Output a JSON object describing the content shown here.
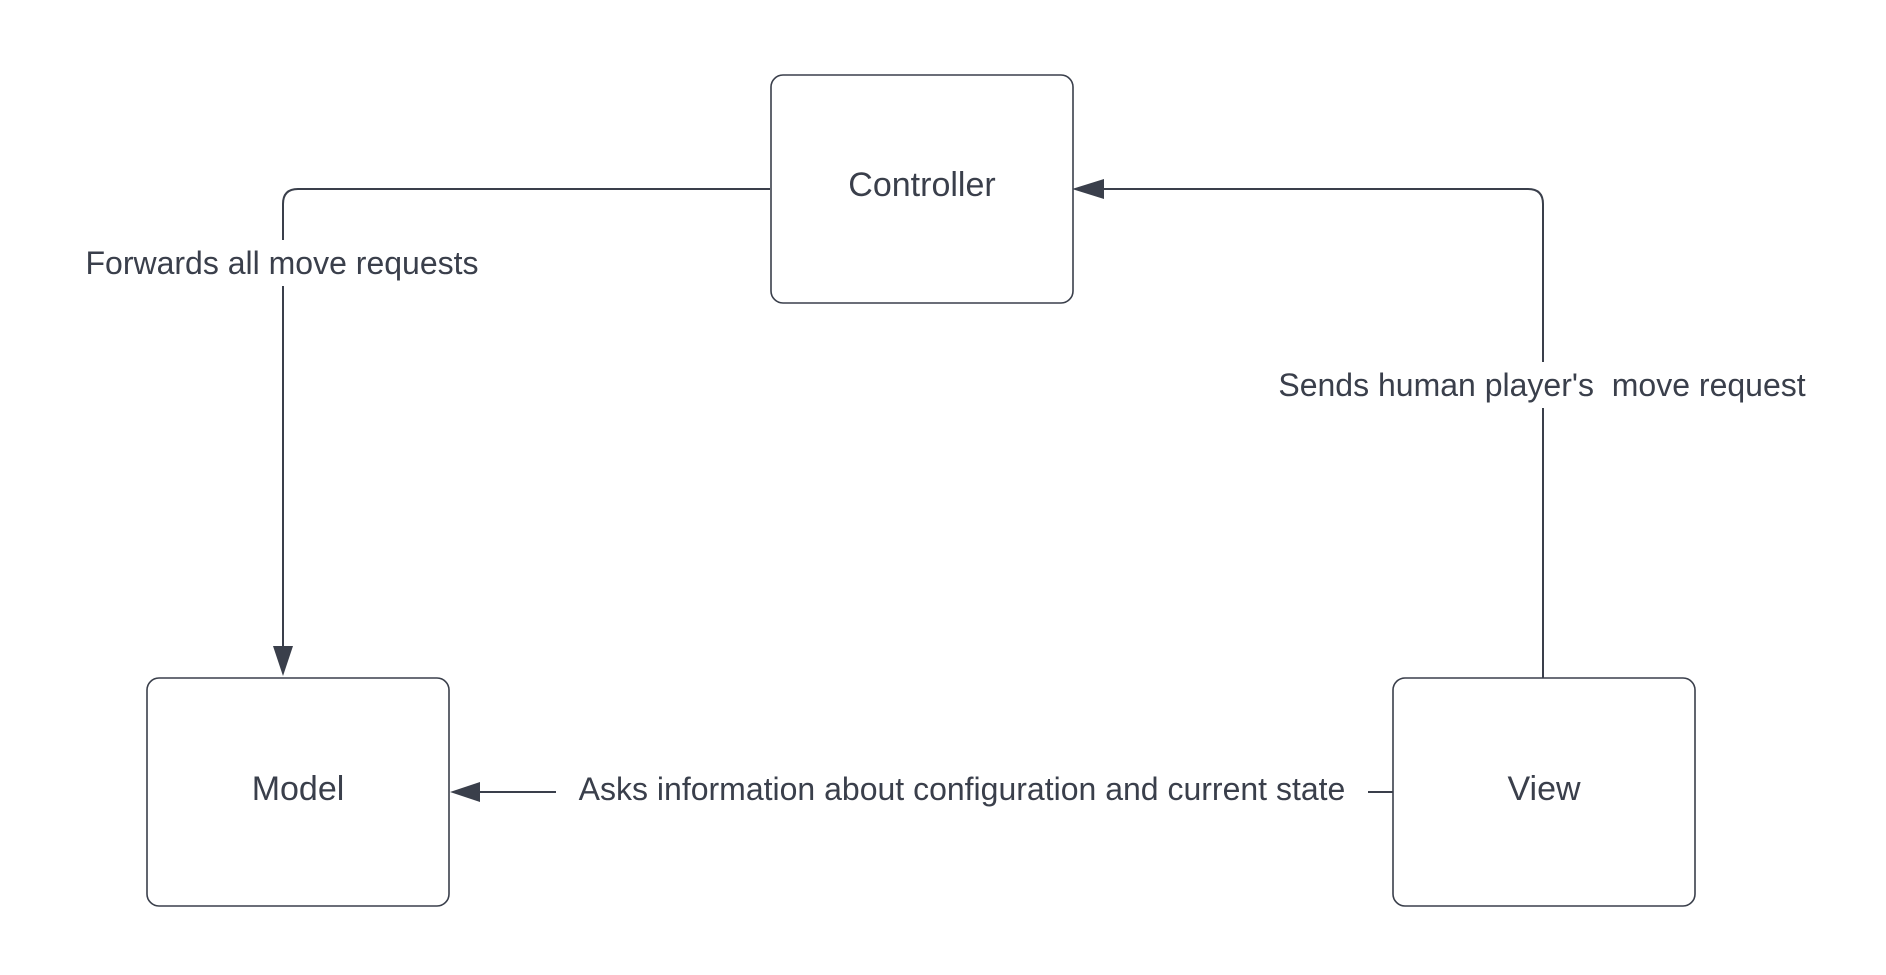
{
  "nodes": {
    "controller": {
      "label": "Controller"
    },
    "model": {
      "label": "Model"
    },
    "view": {
      "label": "View"
    }
  },
  "edges": {
    "controller_to_model": {
      "label": "Forwards all move requests"
    },
    "view_to_controller": {
      "label": "Sends human player's  move request"
    },
    "view_to_model": {
      "label": "Asks information about configuration and current state"
    }
  },
  "colors": {
    "stroke": "#3a3f4b",
    "background": "#ffffff"
  }
}
